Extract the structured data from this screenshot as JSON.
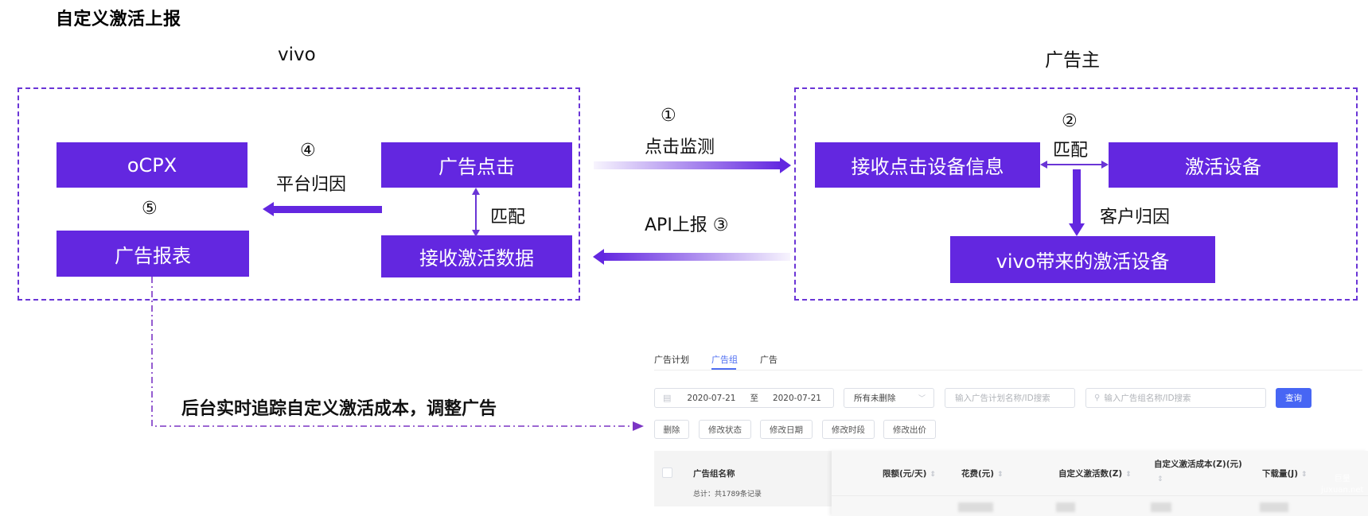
{
  "title": "自定义激活上报",
  "diagram": {
    "vivo": {
      "label": "vivo",
      "boxes": {
        "ocpx": "oCPX",
        "ad_click": "广告点击",
        "ad_report": "广告报表",
        "receive_activation": "接收激活数据"
      },
      "step4_num": "④",
      "step4_label": "平台归因",
      "step5_num": "⑤",
      "match_label": "匹配"
    },
    "advertiser": {
      "label": "广告主",
      "boxes": {
        "receive_click_info": "接收点击设备信息",
        "activate_device": "激活设备",
        "vivo_activations": "vivo带来的激活设备"
      },
      "step2_num": "②",
      "match_label": "匹配",
      "attribution_label": "客户归因"
    },
    "middle": {
      "step1_num": "①",
      "step1_label": "点击监测",
      "step3_label": "API上报 ③"
    },
    "bottom_caption": "后台实时追踪自定义激活成本，调整广告",
    "colors": {
      "accent": "#6327e0",
      "dashed": "#6a35d6",
      "ui_primary": "#4766f4"
    }
  },
  "ui_panel": {
    "tabs": [
      {
        "label": "广告计划",
        "active": false
      },
      {
        "label": "广告组",
        "active": true
      },
      {
        "label": "广告",
        "active": false
      }
    ],
    "filters": {
      "date_start": "2020-07-21",
      "date_sep": "至",
      "date_end": "2020-07-21",
      "status_select": "所有未删除",
      "plan_search_placeholder": "输入广告计划名称/ID搜索",
      "group_search_placeholder": "输入广告组名称/ID搜索",
      "query_button": "查询"
    },
    "actions": [
      "删除",
      "修改状态",
      "修改日期",
      "修改时段",
      "修改出价"
    ],
    "table": {
      "columns": [
        "广告组名称",
        "限额(元/天)",
        "花费(元)",
        "自定义激活数(Z)",
        "自定义激活成本(Z)(元)",
        "下载量(J)"
      ],
      "total_text": "总计：共1789条记录"
    },
    "watermark": [
      "巨量",
      "juxuan.net"
    ]
  }
}
